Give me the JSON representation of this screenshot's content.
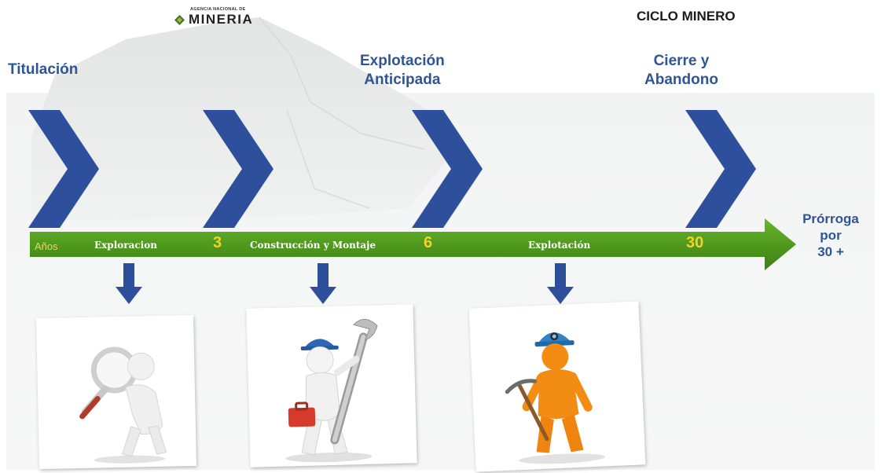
{
  "header": {
    "logo_small_text": "AGENCIA NACIONAL DE",
    "logo_text": "MINERIA",
    "title": "CICLO MINERO"
  },
  "stages": [
    {
      "lines": [
        "Titulación"
      ]
    },
    {
      "lines": [
        "Explotación",
        "Anticipada"
      ]
    },
    {
      "lines": [
        "Cierre y",
        "Abandono"
      ]
    }
  ],
  "timeline": {
    "years_label": "Años",
    "phases": [
      "Exploracion",
      "Construcción y Montaje",
      "Explotación"
    ],
    "milestones": [
      "3",
      "6",
      "30"
    ],
    "extension_lines": [
      "Prórroga",
      "por",
      "30 +"
    ]
  },
  "icons": [
    "magnifier-figure-icon",
    "builder-with-wrench-icon",
    "miner-with-pickaxe-icon"
  ],
  "colors": {
    "stage_blue": "#2f5597",
    "chevron_blue": "#2e4f9b",
    "timeline_green": "#4f9a1e",
    "milestone_yellow": "#f3d12e",
    "miner_orange": "#f08a10"
  }
}
